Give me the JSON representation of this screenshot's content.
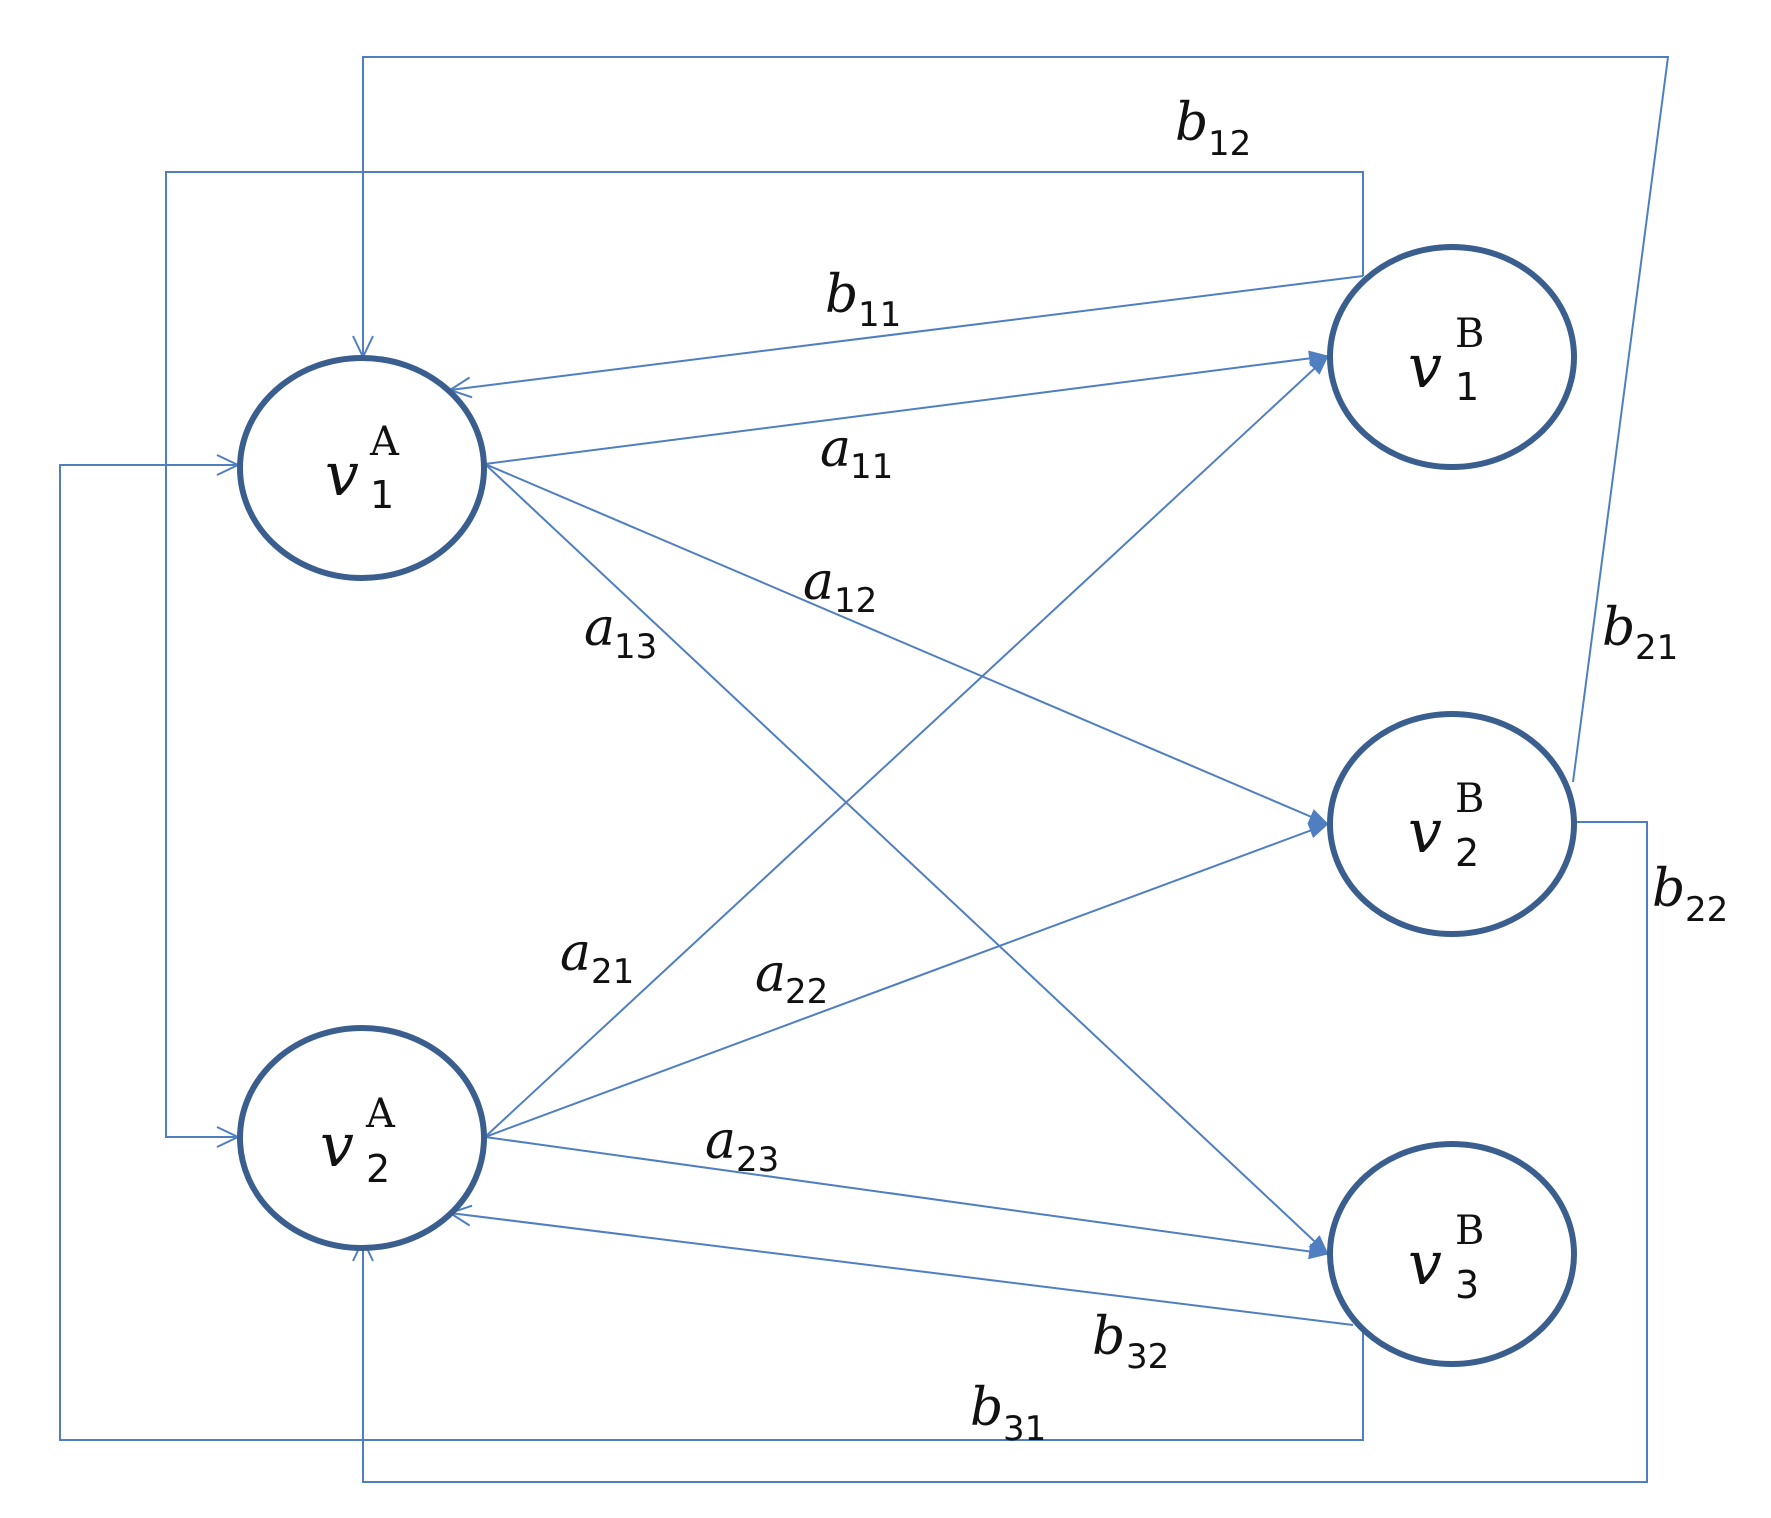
{
  "colors": {
    "edge": "#4f7fc0",
    "node_border": "#3a5e8e",
    "background": "#ffffff"
  },
  "nodes": {
    "A1": {
      "letter": "v",
      "sub": "1",
      "sup": "A"
    },
    "A2": {
      "letter": "v",
      "sub": "2",
      "sup": "A"
    },
    "B1": {
      "letter": "v",
      "sub": "1",
      "sup": "B"
    },
    "B2": {
      "letter": "v",
      "sub": "2",
      "sup": "B"
    },
    "B3": {
      "letter": "v",
      "sub": "3",
      "sup": "B"
    }
  },
  "edges": {
    "a11": {
      "letter": "a",
      "sub": "11",
      "from": "A1",
      "to": "B1"
    },
    "a12": {
      "letter": "a",
      "sub": "12",
      "from": "A1",
      "to": "B2"
    },
    "a13": {
      "letter": "a",
      "sub": "13",
      "from": "A1",
      "to": "B3"
    },
    "a21": {
      "letter": "a",
      "sub": "21",
      "from": "A2",
      "to": "B1"
    },
    "a22": {
      "letter": "a",
      "sub": "22",
      "from": "A2",
      "to": "B2"
    },
    "a23": {
      "letter": "a",
      "sub": "23",
      "from": "A2",
      "to": "B3"
    },
    "b11": {
      "letter": "b",
      "sub": "11",
      "from": "B1",
      "to": "A1"
    },
    "b12": {
      "letter": "b",
      "sub": "12",
      "from": "B1",
      "to": "A2"
    },
    "b21": {
      "letter": "b",
      "sub": "21",
      "from": "B2",
      "to": "A1"
    },
    "b22": {
      "letter": "b",
      "sub": "22",
      "from": "B2",
      "to": "A2"
    },
    "b31": {
      "letter": "b",
      "sub": "31",
      "from": "B3",
      "to": "A1"
    },
    "b32": {
      "letter": "b",
      "sub": "32",
      "from": "B3",
      "to": "A2"
    }
  }
}
